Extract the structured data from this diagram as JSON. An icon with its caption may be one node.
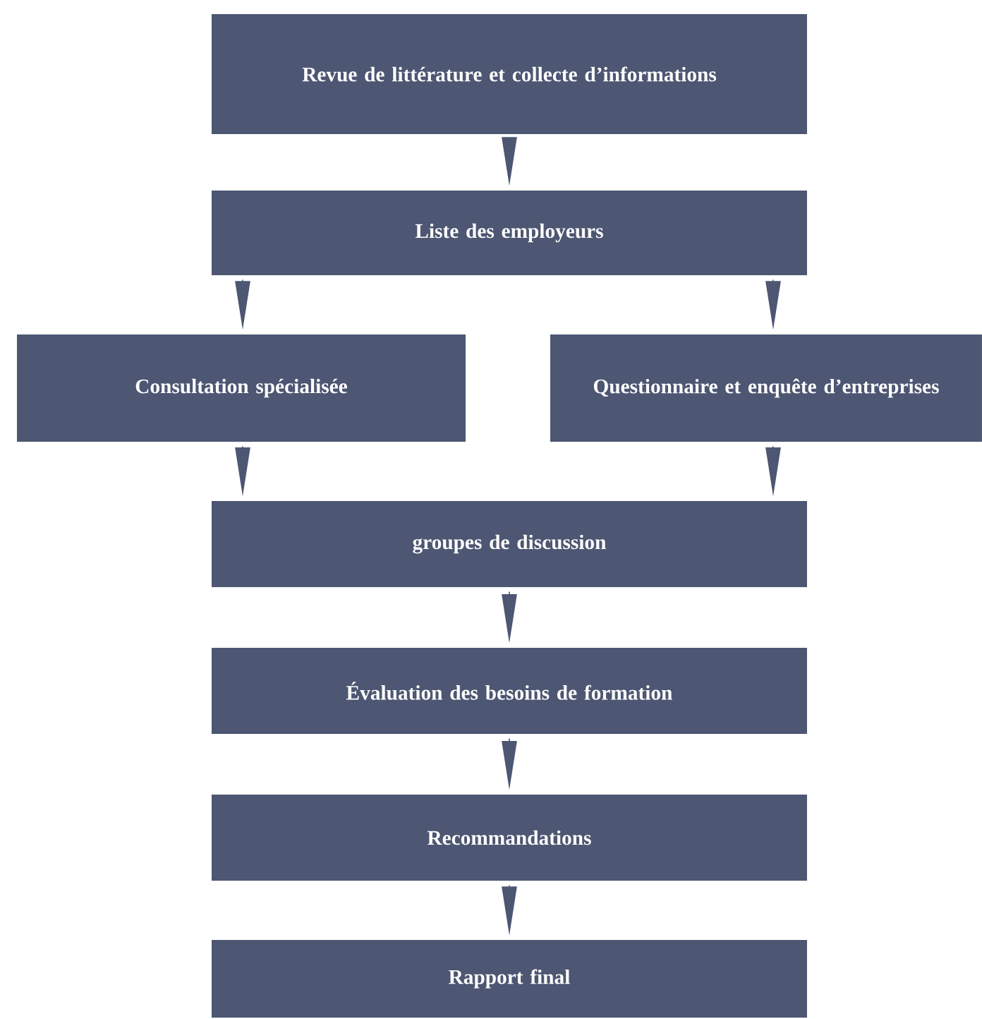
{
  "diagram": {
    "nodes": [
      {
        "text": [
          "Revue de littérature et collecte d’informations"
        ]
      },
      {
        "text": [
          "Liste des employeurs"
        ]
      },
      {
        "text": [
          "Consultation spécialisée"
        ]
      },
      {
        "text": [
          "Questionnaire et enquête d’entreprises"
        ]
      },
      {
        "text": [
          "groupes de discussion"
        ]
      },
      {
        "text": [
          "Évaluation des besoins de formation"
        ]
      },
      {
        "text": [
          "Recommandations"
        ]
      },
      {
        "text": [
          "Rapport final"
        ]
      }
    ],
    "edges": [
      {
        "from": 0,
        "to": 1,
        "arrow": "to"
      },
      {
        "from": 1,
        "to": 2,
        "arrow": "to"
      },
      {
        "from": 1,
        "to": 3,
        "arrow": "to"
      },
      {
        "from": 2,
        "to": 4,
        "arrow": "to"
      },
      {
        "from": 3,
        "to": 4,
        "arrow": "to"
      },
      {
        "from": 4,
        "to": 5,
        "arrow": "to"
      },
      {
        "from": 5,
        "to": 6,
        "arrow": "to"
      },
      {
        "from": 6,
        "to": 7,
        "arrow": "to"
      }
    ]
  }
}
